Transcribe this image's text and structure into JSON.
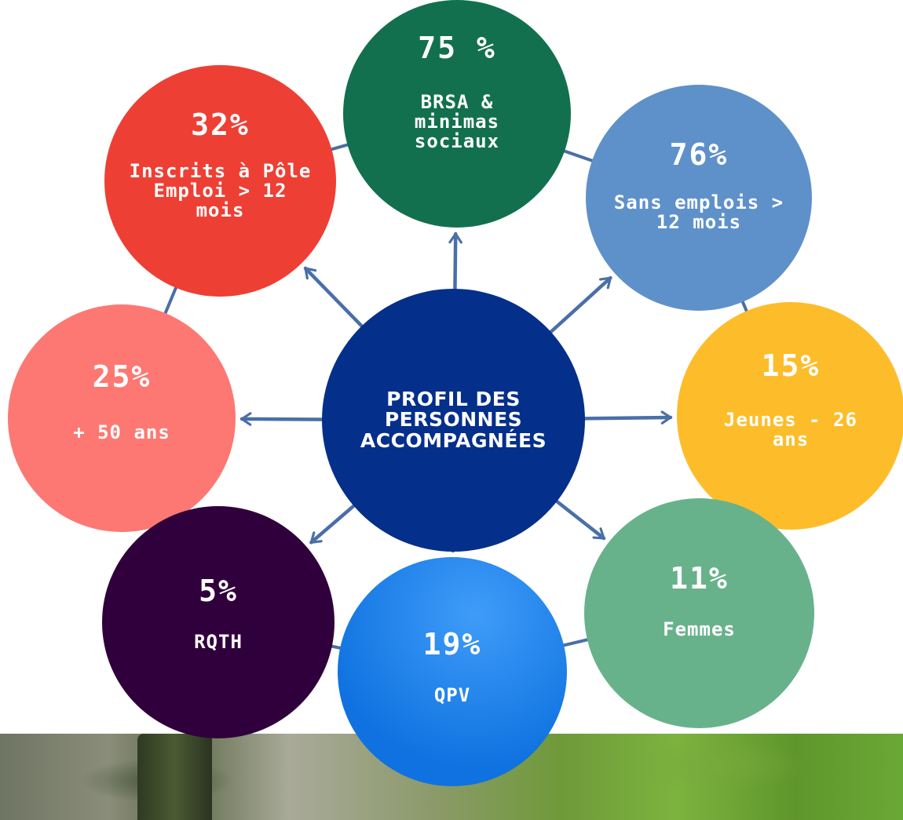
{
  "colors": {
    "connector": "#4a6fa8",
    "center": "#042f8a",
    "red": "#ee3f34",
    "green": "#12704e",
    "steel_blue": "#5e91c9",
    "salmon": "#fd7872",
    "yellow": "#fdbd2a",
    "plum": "#30003c",
    "blue_gradient": [
      "#3f9cf8",
      "#0f72e0"
    ],
    "sage": "#68b28b"
  },
  "center": {
    "label": "PROFIL DES\nPERSONNES\nACCOMPAGNÉES"
  },
  "profiles": [
    {
      "id": "brsa",
      "percent": "75 %",
      "label": "BRSA &\nminimas\nsociaux"
    },
    {
      "id": "pole-emploi",
      "percent": "32%",
      "label": "Inscrits à Pôle\nEmploi > 12\nmois"
    },
    {
      "id": "sans-emplois",
      "percent": "76%",
      "label": "Sans emplois >\n12 mois"
    },
    {
      "id": "plus-50",
      "percent": "25%",
      "label": "+ 50 ans"
    },
    {
      "id": "jeunes",
      "percent": "15%",
      "label": "Jeunes - 26\nans"
    },
    {
      "id": "rqth",
      "percent": "5%",
      "label": "RQTH"
    },
    {
      "id": "femmes",
      "percent": "11%",
      "label": "Femmes"
    },
    {
      "id": "qpv",
      "percent": "19%",
      "label": "QPV"
    }
  ],
  "photo": {
    "description_icon": "lawn-worker-photo"
  }
}
